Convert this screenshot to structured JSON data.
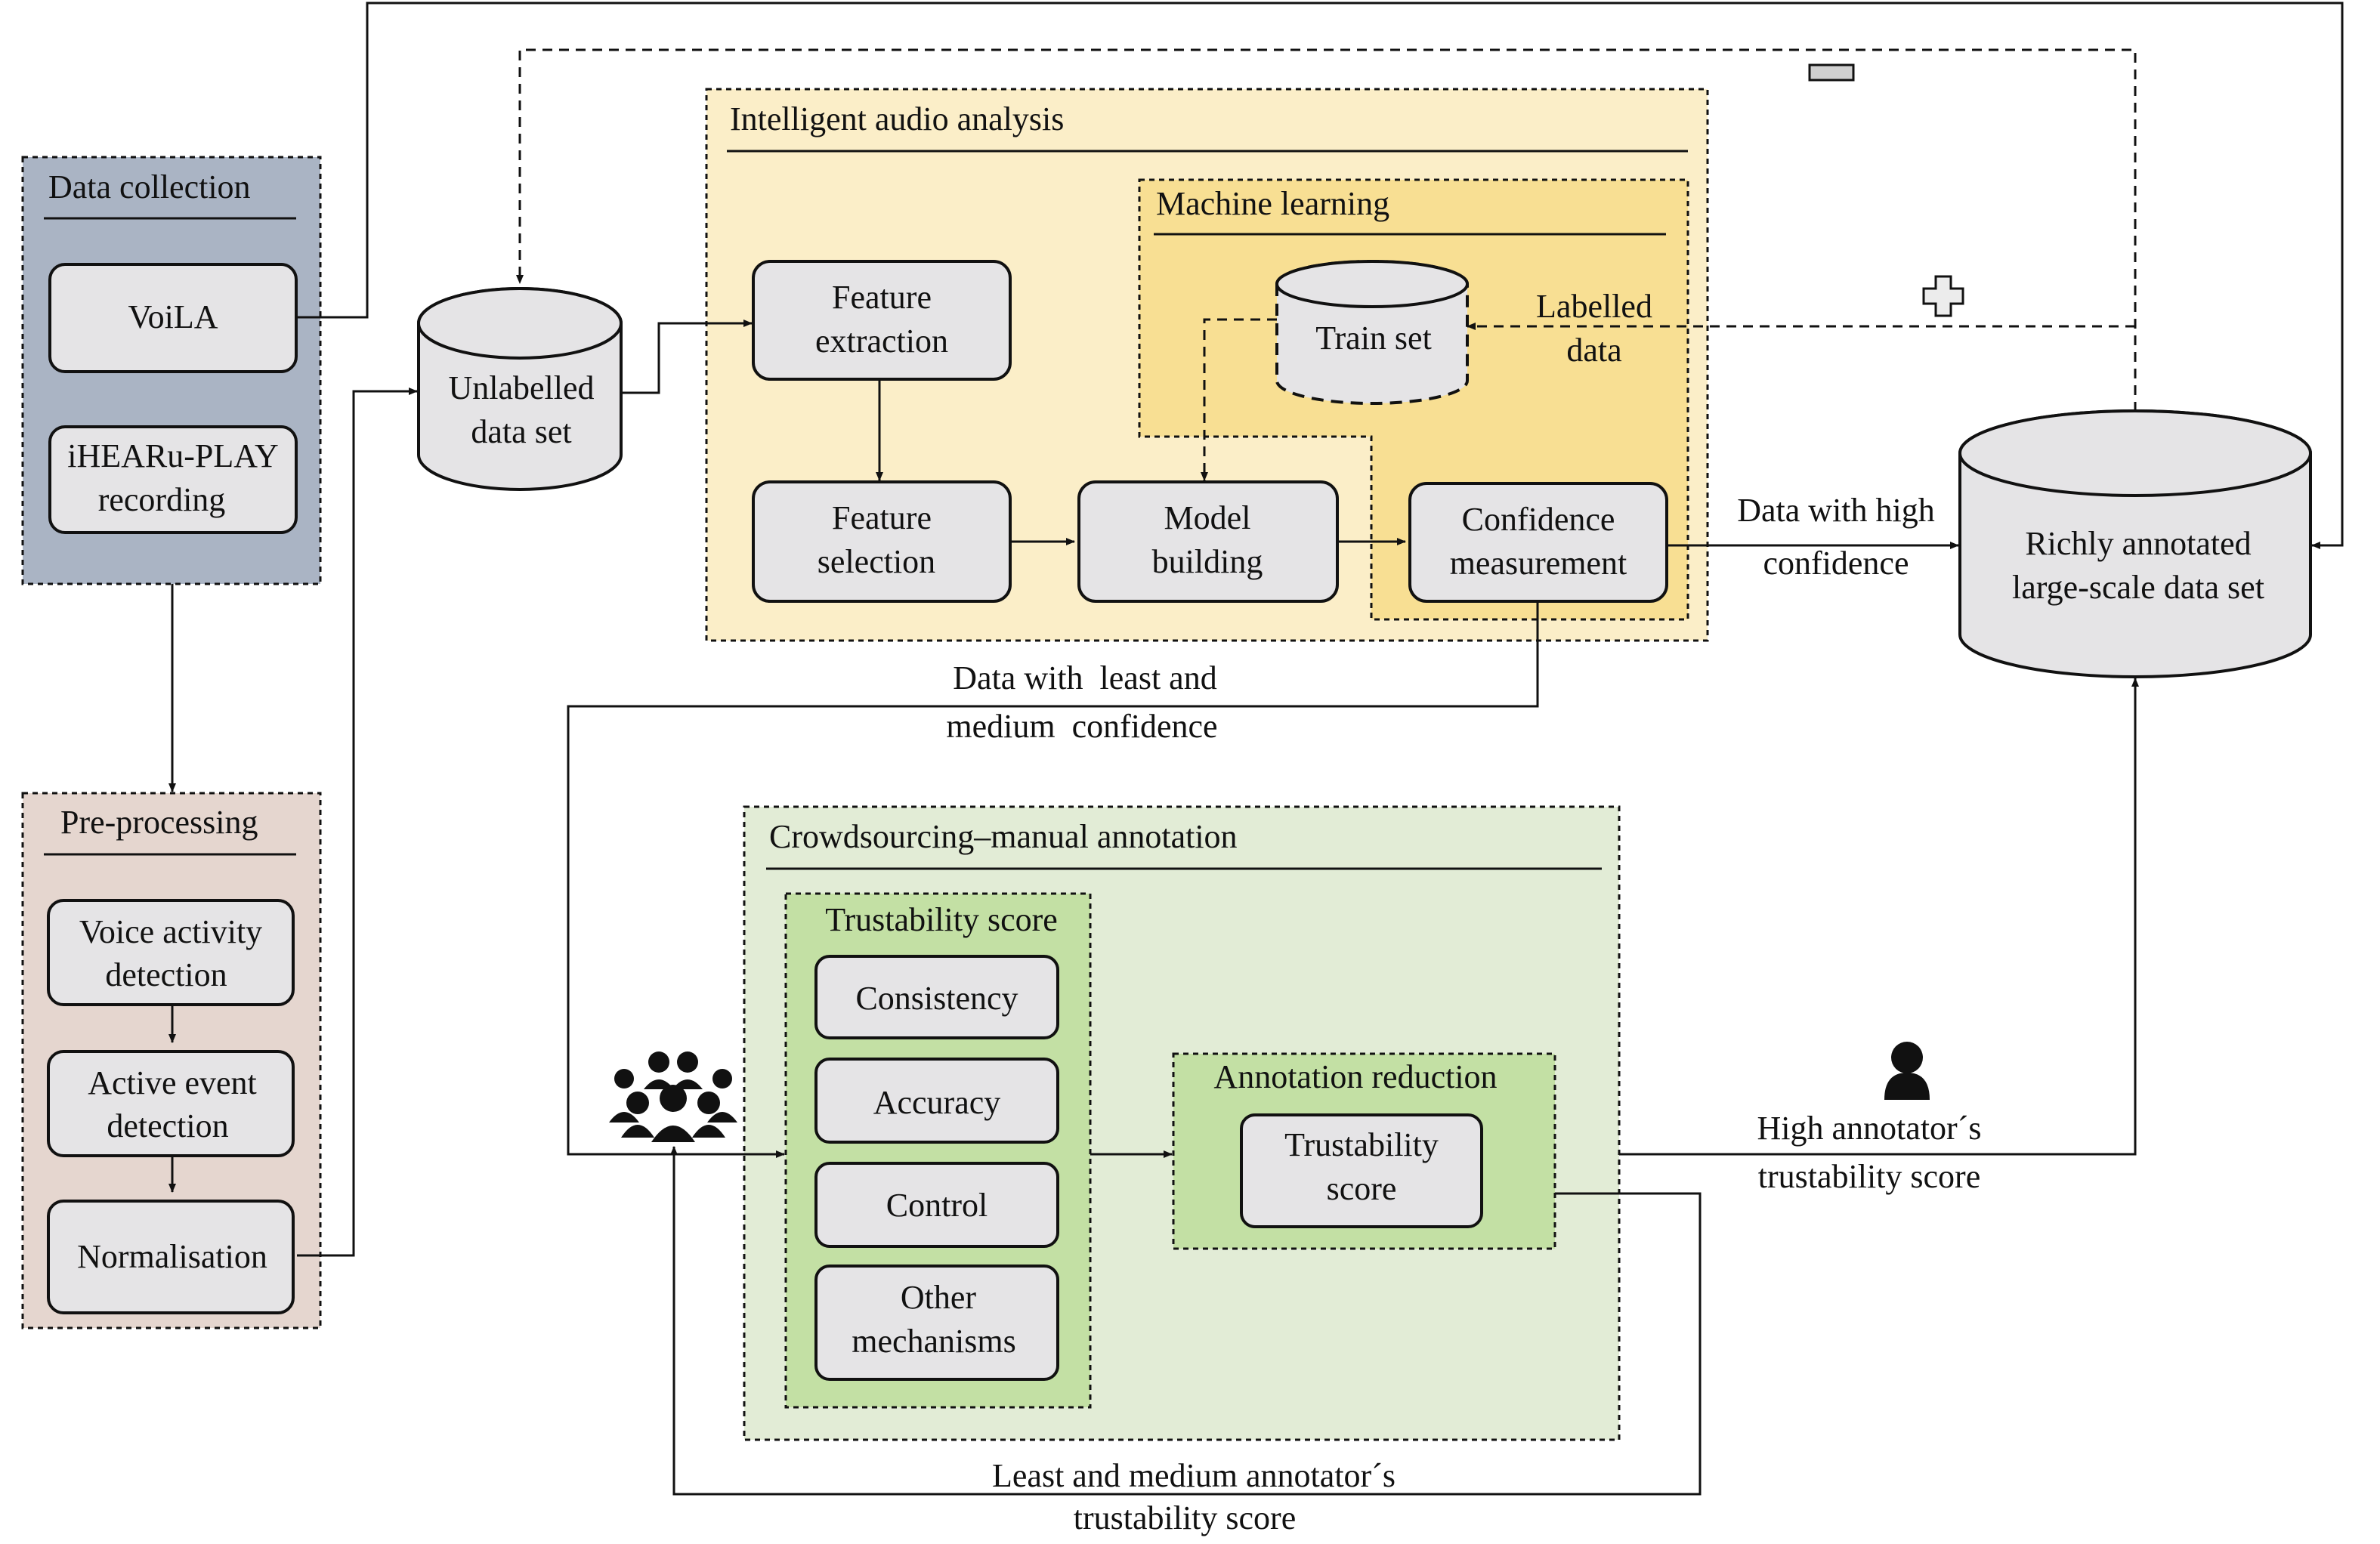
{
  "colors": {
    "data_collection": "#aab4c4",
    "pre_processing": "#e5d6cf",
    "intelligent_audio_analysis": "#fbeec8",
    "machine_learning": "#f8df93",
    "crowdsourcing": "#e2ecd6",
    "trustability_score": "#c3e0a4",
    "annotation_reduction": "#c3e0a4",
    "node_fill": "#e5e4e6"
  },
  "data_collection": {
    "title": "Data collection",
    "voila": "VoiLA",
    "iheartu_line1": "iHEARu-PLAY",
    "iheartu_line2": "recording"
  },
  "pre_processing": {
    "title": "Pre-processing",
    "vad_line1": "Voice activity",
    "vad_line2": "detection",
    "aed_line1": "Active event",
    "aed_line2": "detection",
    "normalisation": "Normalisation"
  },
  "unlabelled": {
    "line1": "Unlabelled",
    "line2": "data set"
  },
  "intelligent_audio_analysis": {
    "title": "Intelligent audio analysis",
    "feature_extraction_line1": "Feature",
    "feature_extraction_line2": "extraction",
    "feature_selection_line1": "Feature",
    "feature_selection_line2": "selection",
    "model_building_line1": "Model",
    "model_building_line2": "building"
  },
  "machine_learning": {
    "title": "Machine learning",
    "train_set": "Train set",
    "confidence_line1": "Confidence",
    "confidence_line2": "measurement"
  },
  "edge_labels": {
    "labelled_line1": "Labelled",
    "labelled_line2": "data",
    "high_conf_line1": "Data with high",
    "high_conf_line2": "confidence",
    "least_conf_line1": "Data with  least and",
    "least_conf_line2": "medium  confidence",
    "high_annot_line1": "High annotator´s",
    "high_annot_line2": "trustability score",
    "least_annot_line1": "Least and medium annotator´s",
    "least_annot_line2": "trustability score"
  },
  "richly_annotated": {
    "line1": "Richly annotated",
    "line2": "large-scale data set"
  },
  "crowdsourcing": {
    "title": "Crowdsourcing–manual annotation",
    "trust_title": "Trustability score",
    "consistency": "Consistency",
    "accuracy": "Accuracy",
    "control": "Control",
    "other_line1": "Other",
    "other_line2": "mechanisms",
    "reduction_title": "Annotation reduction",
    "trust_box_line1": "Trustability",
    "trust_box_line2": "score"
  },
  "icons": {
    "minus": "minus-icon",
    "plus": "plus-icon",
    "crowd": "crowd-icon",
    "person": "person-icon"
  }
}
